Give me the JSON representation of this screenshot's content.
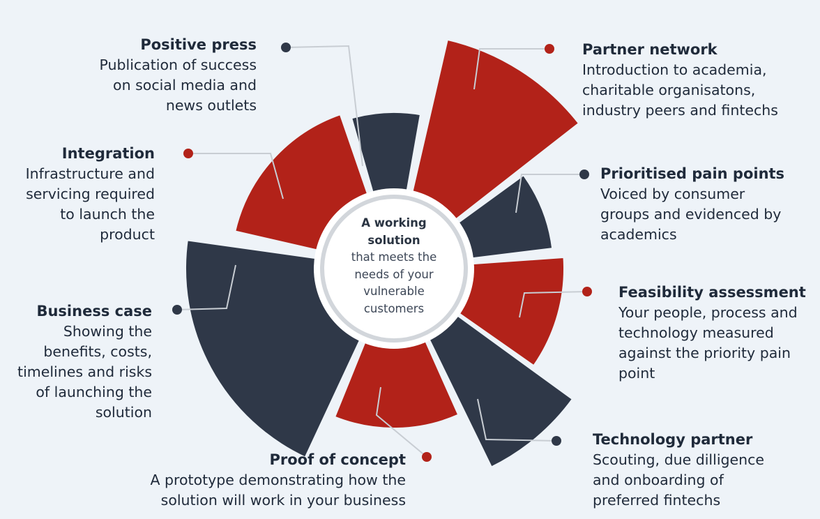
{
  "colors": {
    "red": "#b22219",
    "navy": "#2f3848",
    "background": "#eef3f8",
    "leader": "#c8cdd3"
  },
  "center": {
    "title_line1": "A working",
    "title_line2": "solution",
    "body": [
      "that meets the",
      "needs of your",
      "vulnerable",
      "customers"
    ]
  },
  "segments": [
    {
      "id": "positive-press",
      "color": "navy",
      "title": "Positive press",
      "description": [
        "Publication of success",
        "on social media and",
        "news outlets"
      ]
    },
    {
      "id": "partner-network",
      "color": "red",
      "title": "Partner network",
      "description": [
        "Introduction to academia,",
        "charitable organisatons,",
        "industry peers and fintechs"
      ]
    },
    {
      "id": "prioritised-pain-points",
      "color": "navy",
      "title": "Prioritised pain points",
      "description": [
        "Voiced by consumer",
        "groups and evidenced by",
        "academics"
      ]
    },
    {
      "id": "feasibility-assessment",
      "color": "red",
      "title": "Feasibility assessment",
      "description": [
        "Your people, process and",
        "technology measured",
        "against the priority pain",
        "point"
      ]
    },
    {
      "id": "technology-partner",
      "color": "navy",
      "title": "Technology partner",
      "description": [
        "Scouting, due dilligence",
        "and onboarding of",
        "preferred fintechs"
      ]
    },
    {
      "id": "proof-of-concept",
      "color": "red",
      "title": "Proof of concept",
      "description": [
        "A prototype demonstrating how the",
        "solution will work in your business"
      ]
    },
    {
      "id": "business-case",
      "color": "navy",
      "title": "Business case",
      "description": [
        "Showing the",
        "benefits, costs,",
        "timelines and risks",
        "of launching the",
        "solution"
      ]
    },
    {
      "id": "integration",
      "color": "red",
      "title": "Integration",
      "description": [
        "Infrastructure and",
        "servicing required",
        "to launch the",
        "product"
      ]
    }
  ]
}
